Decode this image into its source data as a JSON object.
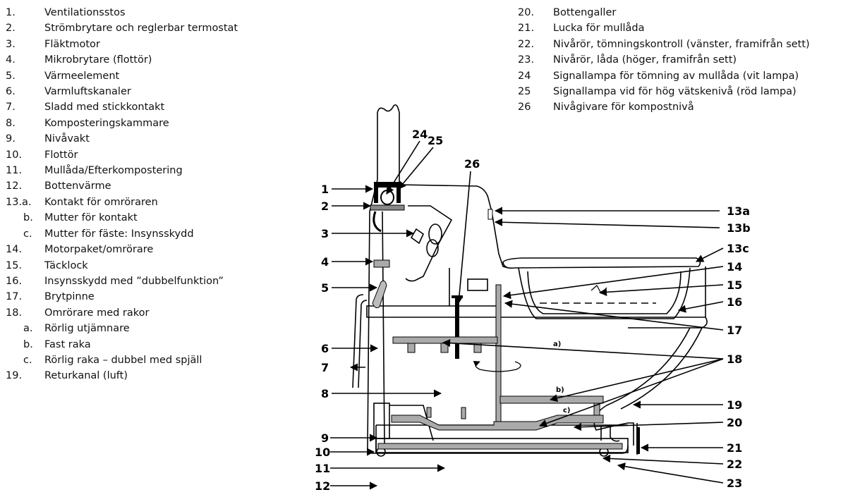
{
  "legend_left": [
    {
      "num": "1.",
      "text": "Ventilationsstos"
    },
    {
      "num": "2.",
      "text": "Strömbrytare och reglerbar termostat"
    },
    {
      "num": "3.",
      "text": "Fläktmotor"
    },
    {
      "num": "4.",
      "text": "Mikrobrytare (flottör)"
    },
    {
      "num": "5.",
      "text": "Värmeelement"
    },
    {
      "num": "6.",
      "text": "Varmluftskanaler"
    },
    {
      "num": "7.",
      "text": "Sladd med stickkontakt"
    },
    {
      "num": "8.",
      "text": "Komposteringskammare"
    },
    {
      "num": "9.",
      "text": "Nivåvakt"
    },
    {
      "num": "10.",
      "text": "Flottör"
    },
    {
      "num": "11.",
      "text": "Mullåda/Efterkompostering"
    },
    {
      "num": "12.",
      "text": "Bottenvärme"
    },
    {
      "num": "13.a.",
      "text": "Kontakt för omröraren"
    },
    {
      "num": "b.",
      "text": "Mutter för kontakt",
      "sub": true
    },
    {
      "num": "c.",
      "text": "Mutter för fäste: Insynsskydd",
      "sub": true
    },
    {
      "num": "14.",
      "text": "Motorpaket/omrörare"
    },
    {
      "num": "15.",
      "text": "Täcklock"
    },
    {
      "num": "16.",
      "text": "Insynsskydd  med ”dubbelfunktion”"
    },
    {
      "num": "17.",
      "text": "Brytpinne"
    },
    {
      "num": "18.",
      "text": "Omrörare med rakor"
    },
    {
      "num": "a.",
      "text": "Rörlig utjämnare",
      "sub": true
    },
    {
      "num": "b.",
      "text": "Fast raka",
      "sub": true
    },
    {
      "num": "c.",
      "text": "Rörlig raka – dubbel med spjäll",
      "sub": true
    },
    {
      "num": "19.",
      "text": "Returkanal (luft)"
    }
  ],
  "legend_right": [
    {
      "num": "20.",
      "text": "Bottengaller"
    },
    {
      "num": "21.",
      "text": "Lucka för mullåda"
    },
    {
      "num": "22.",
      "text": "Nivårör, tömningskontroll (vänster, framifrån sett)"
    },
    {
      "num": "23.",
      "text": "Nivårör, låda (höger, framifrån sett)"
    },
    {
      "num": "24",
      "text": "Signallampa för tömning av mullåda (vit lampa)"
    },
    {
      "num": "25",
      "text": "Signallampa vid för hög vätskenivå (röd lampa)"
    },
    {
      "num": "26",
      "text": "Nivågivare för kompostnivå"
    }
  ],
  "callouts": {
    "c1": "1",
    "c2": "2",
    "c3": "3",
    "c4": "4",
    "c5": "5",
    "c6": "6",
    "c7": "7",
    "c8": "8",
    "c9": "9",
    "c10": "10",
    "c11": "11",
    "c12": "12",
    "c13a": "13a",
    "c13b": "13b",
    "c13c": "13c",
    "c14": "14",
    "c15": "15",
    "c16": "16",
    "c17": "17",
    "c18": "18",
    "c19": "19",
    "c20": "20",
    "c21": "21",
    "c22": "22",
    "c23": "23",
    "c24": "24",
    "c25": "25",
    "c26": "26"
  },
  "sub_labels": {
    "a": "a)",
    "b": "b)",
    "c": "c)"
  }
}
